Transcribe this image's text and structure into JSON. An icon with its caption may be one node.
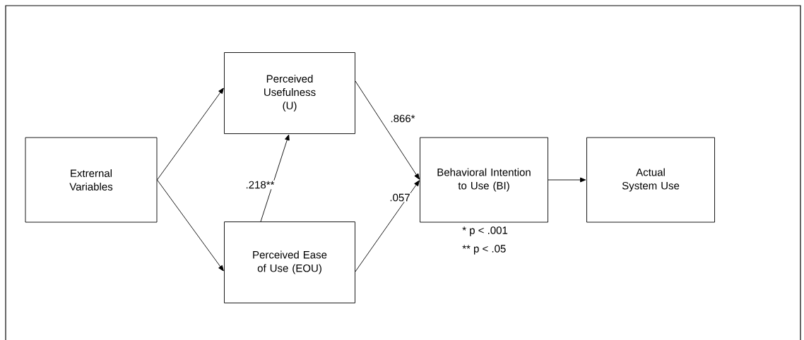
{
  "diagram": {
    "nodes": [
      {
        "text": [
          "Extrernal Variables"
        ]
      },
      {
        "text": [
          "Perceived Usefulness (U)"
        ]
      },
      {
        "text": [
          "Perceived Ease of Use (EOU)"
        ]
      },
      {
        "text": [
          "Behavioral Intention to Use (BI)"
        ]
      },
      {
        "text": [
          "Actual System Use"
        ]
      }
    ],
    "edges": [
      {
        "from": 0,
        "to": 1,
        "arrow": "to"
      },
      {
        "from": 0,
        "to": 2,
        "arrow": "to"
      },
      {
        "from": 2,
        "to": 1,
        "arrow": "to",
        "label": ".218**"
      },
      {
        "from": 1,
        "to": 3,
        "arrow": "to",
        "label": ".866*"
      },
      {
        "from": 2,
        "to": 3,
        "arrow": "to",
        "label": ".057"
      },
      {
        "from": 3,
        "to": 4,
        "arrow": "to"
      }
    ],
    "labels": [
      "* p < .001",
      "** p < .05"
    ]
  }
}
